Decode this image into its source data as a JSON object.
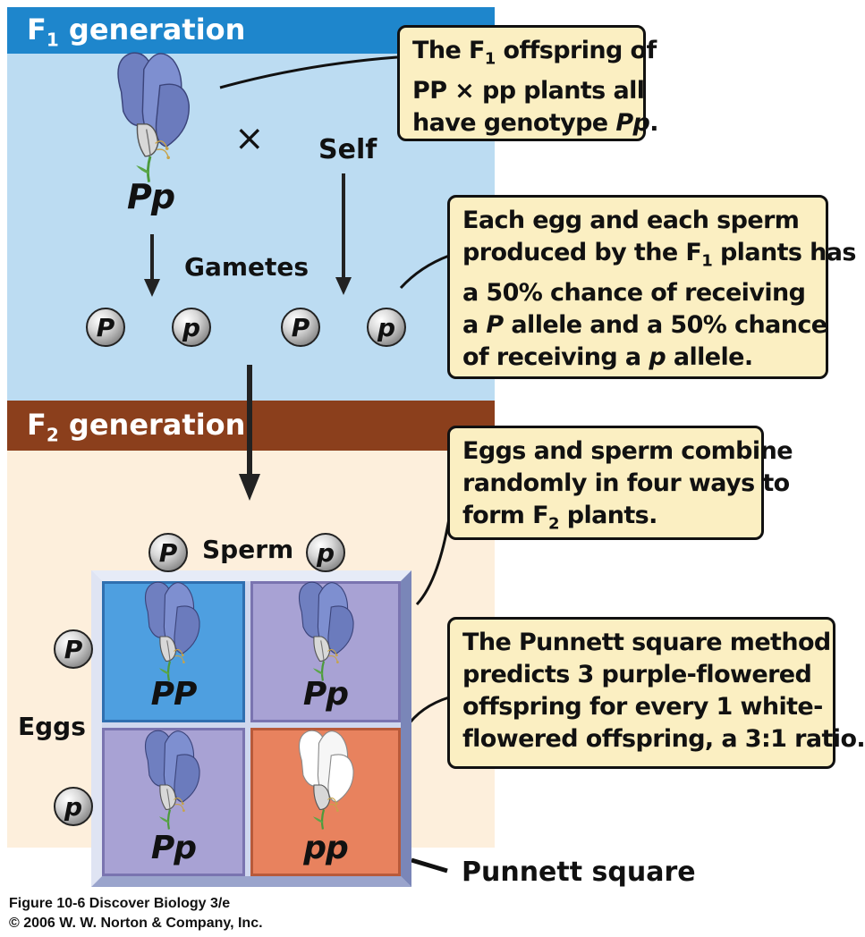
{
  "f1": {
    "band_main": "F",
    "band_sub": "1",
    "band_rest": " generation",
    "genotype": "Pp",
    "cross_symbol": "×",
    "self_label": "Self",
    "gametes_label": "Gametes"
  },
  "f2": {
    "band_main": "F",
    "band_sub": "2",
    "band_rest": " generation"
  },
  "gametes": [
    "P",
    "p",
    "P",
    "p"
  ],
  "callouts": {
    "c1": {
      "l1a": "The F",
      "l1sub": "1",
      "l1b": " offspring of",
      "l2": "PP × pp plants all",
      "l3a": "have genotype ",
      "l3b": "Pp",
      "l3c": "."
    },
    "c2": {
      "l1": "Each egg and each sperm",
      "l2a": "produced by the F",
      "l2sub": "1",
      "l2b": " plants has",
      "l3": "a 50% chance of receiving",
      "l4a": "a ",
      "l4b": "P",
      "l4c": " allele and a 50% chance",
      "l5a": "of receiving a ",
      "l5b": "p",
      "l5c": " allele."
    },
    "c3": {
      "l1": "Eggs and sperm combine",
      "l2": "randomly in four ways to",
      "l3a": "form F",
      "l3sub": "2",
      "l3b": " plants."
    },
    "c4": {
      "l1": "The Punnett square method",
      "l2": "predicts 3 purple-flowered",
      "l3": "offspring for every 1 white-",
      "l4": "flowered offspring, a 3:1 ratio."
    }
  },
  "punnett": {
    "sperm_label": "Sperm",
    "eggs_label": "Eggs",
    "sperm_alleles": [
      "P",
      "p"
    ],
    "egg_alleles": [
      "P",
      "p"
    ],
    "cells": [
      "PP",
      "Pp",
      "Pp",
      "pp"
    ],
    "label": "Punnett square"
  },
  "colors": {
    "f1_bg": "#bcdcf2",
    "f1_band": "#1e86cc",
    "f2_bg": "#fdefdc",
    "f2_band": "#8b3f1c",
    "purple_flower": "#6f7fc0",
    "white_flower": "#ffffff",
    "cell_PP": "#4e9fe0",
    "cell_Pp": "#a8a2d4",
    "cell_pp": "#e8825e",
    "callout_bg": "#fbefc2"
  },
  "caption": {
    "line1": "Figure 10-6  Discover Biology 3/e",
    "line2": "© 2006 W. W. Norton & Company, Inc."
  }
}
